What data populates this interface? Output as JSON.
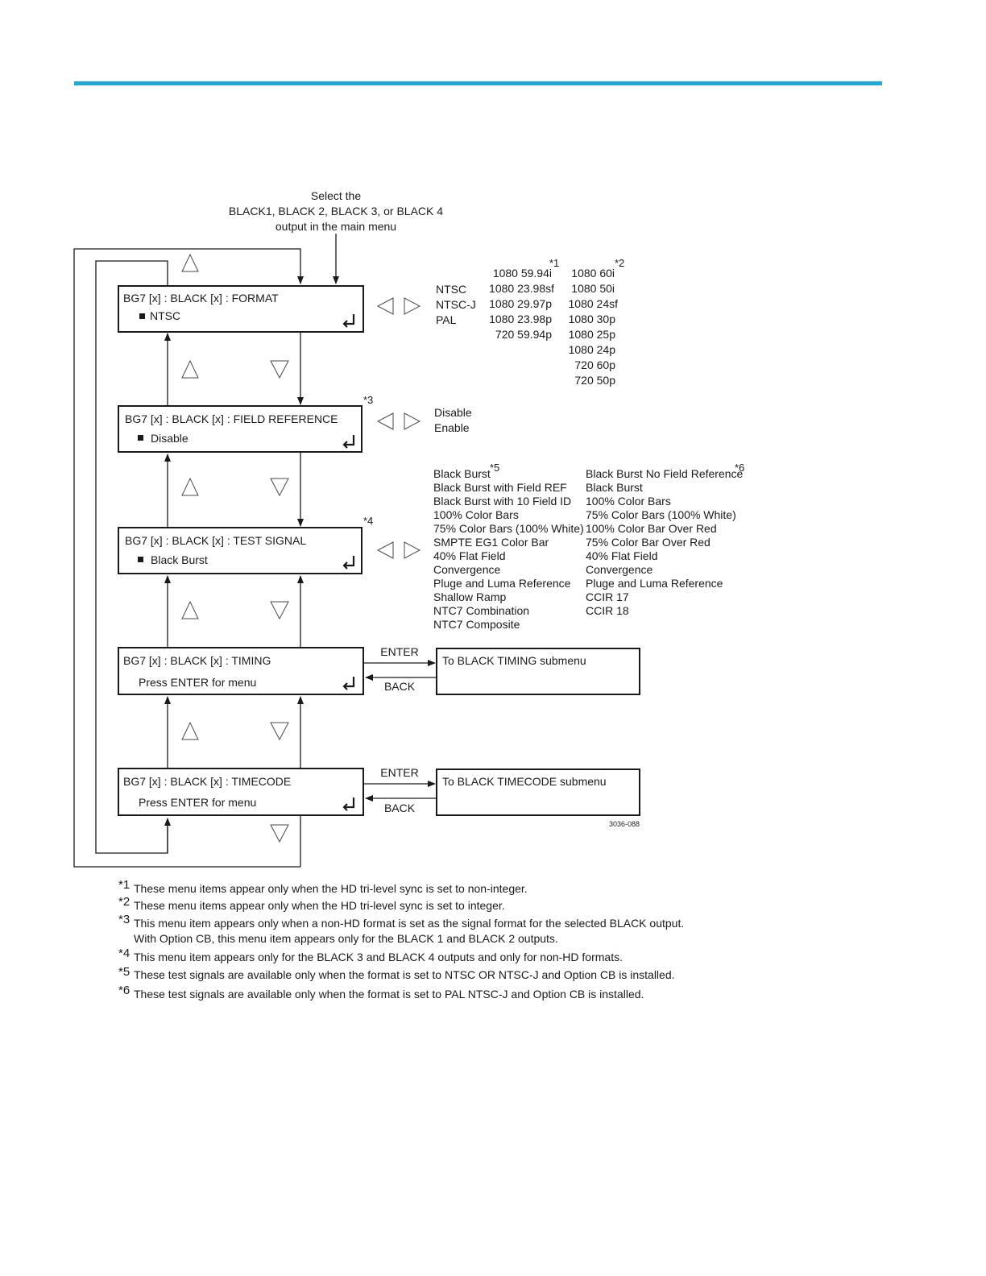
{
  "header": {
    "accent_color": "#1fa9d9"
  },
  "intro_lines": [
    "Select the",
    "BLACK1, BLACK 2, BLACK 3, or BLACK 4",
    "output in the main menu"
  ],
  "menus": {
    "format": {
      "title": "BG7 [x] : BLACK [x] :  FORMAT",
      "value": "NTSC"
    },
    "field_reference": {
      "title": "BG7 [x] : BLACK [x]  :  FIELD REFERENCE",
      "value": "Disable",
      "note": "*3"
    },
    "test_signal": {
      "title": "BG7 [x] : BLACK [x]  :  TEST SIGNAL",
      "value": "Black Burst",
      "note": "*4"
    },
    "timing": {
      "title": "BG7 [x] : BLACK [x] : TIMING",
      "value": "Press ENTER for menu"
    },
    "timecode": {
      "title": "BG7 [x] : BLACK [x] : TIMECODE",
      "value": "Press ENTER for menu"
    }
  },
  "format_options": {
    "sd": [
      "NTSC",
      "NTSC-J",
      "PAL"
    ],
    "col1_note": "*1",
    "col1": [
      "1080 59.94i",
      "1080 23.98sf",
      "1080 29.97p",
      "1080 23.98p",
      "720 59.94p"
    ],
    "col2_note": "*2",
    "col2": [
      "1080 60i",
      "1080 50i",
      "1080 24sf",
      "1080 30p",
      "1080 25p",
      "1080 24p",
      "720 60p",
      "720 50p"
    ]
  },
  "field_reference_options": [
    "Disable",
    "Enable"
  ],
  "test_signal_options": {
    "col1_note": "*5",
    "col1": [
      "Black Burst",
      "Black Burst with Field REF",
      "Black Burst with 10 Field ID",
      "100% Color Bars",
      "75% Color Bars (100% White)",
      "SMPTE EG1 Color Bar",
      "40% Flat Field",
      "Convergence",
      "Pluge and Luma Reference",
      "Shallow Ramp",
      "NTC7 Combination",
      "NTC7 Composite"
    ],
    "col2_note": "*6",
    "col2": [
      "Black Burst No Field Reference",
      "Black Burst",
      "100% Color Bars",
      "75% Color Bars (100% White)",
      "100% Color Bar Over Red",
      "75% Color Bar Over Red",
      "40% Flat Field",
      "Convergence",
      "Pluge and Luma Reference",
      "CCIR 17",
      "CCIR 18"
    ]
  },
  "submenus": {
    "timing": "To BLACK TIMING submenu",
    "timecode": "To BLACK TIMECODE submenu",
    "enter_label": "ENTER",
    "back_label": "BACK"
  },
  "figure_id": "3036-088",
  "footnotes": [
    {
      "mark": "*1",
      "lines": [
        "These menu items appear only when the HD tri-level sync is set to non-integer."
      ]
    },
    {
      "mark": "*2",
      "lines": [
        "These menu items appear only when the HD tri-level sync is set to integer."
      ]
    },
    {
      "mark": "*3",
      "lines": [
        "This menu item appears only when a non-HD format is set as the signal format for the selected BLACK output.",
        "With Option CB, this menu item appears only for the BLACK 1 and BLACK 2 outputs."
      ]
    },
    {
      "mark": "*4",
      "lines": [
        "This menu item appears only for the BLACK 3 and BLACK 4 outputs and only for non-HD formats."
      ]
    },
    {
      "mark": "*5",
      "lines": [
        "These test signals are available only when the format is set to NTSC OR NTSC-J and Option CB is installed."
      ]
    },
    {
      "mark": "*6",
      "lines": [
        "These test signals are available only when the format is set to PAL NTSC-J and Option CB is installed."
      ]
    }
  ]
}
